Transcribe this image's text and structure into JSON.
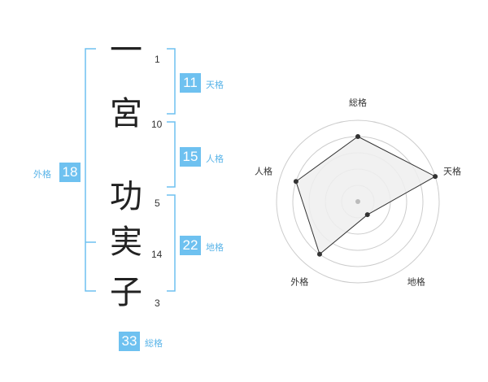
{
  "name": {
    "chars": [
      {
        "char": "一",
        "strokes": "1"
      },
      {
        "char": "宮",
        "strokes": "10"
      },
      {
        "char": "功",
        "strokes": "5"
      },
      {
        "char": "実",
        "strokes": "14"
      },
      {
        "char": "子",
        "strokes": "3"
      }
    ]
  },
  "kaku": {
    "ten": {
      "value": "11",
      "label": "天格"
    },
    "jin": {
      "value": "15",
      "label": "人格"
    },
    "chi": {
      "value": "22",
      "label": "地格"
    },
    "gai": {
      "value": "18",
      "label": "外格"
    },
    "sou": {
      "value": "33",
      "label": "総格"
    }
  },
  "chart_data": {
    "type": "radar",
    "axes": [
      "総格",
      "天格",
      "地格",
      "外格",
      "人格"
    ],
    "values": [
      4,
      5,
      1,
      4,
      4
    ],
    "rmax": 5,
    "rings": 5,
    "colors": {
      "ring": "#cccccc",
      "fill": "#eeeeee",
      "line": "#333333",
      "point": "#333333",
      "center": "#bbbbbb"
    }
  },
  "colors": {
    "bracket": "#6ec1f0",
    "box": "#6ec1f0",
    "label": "#5ab4e8"
  }
}
